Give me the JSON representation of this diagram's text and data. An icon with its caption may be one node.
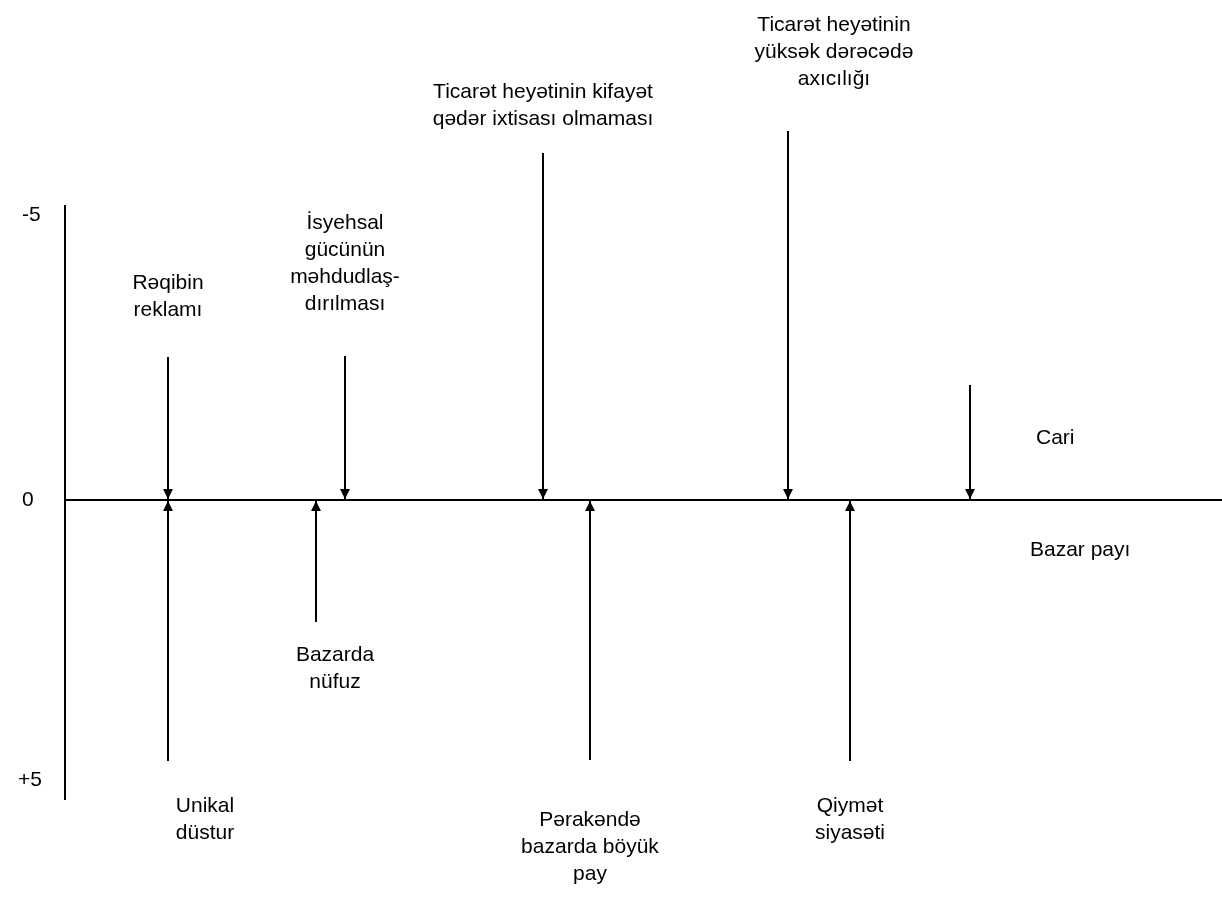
{
  "diagram": {
    "nodes": [
      {
        "text": [
          "Rəqibin reklamı"
        ]
      },
      {
        "text": [
          "İsyehsal gücünün məhdudlaş-dırılması"
        ]
      },
      {
        "text": [
          "Ticarət heyətinin kifayət qədər ixtisası olmaması"
        ]
      },
      {
        "text": [
          "Ticarət heyətinin yüksək dərəcədə axıcılığı"
        ]
      },
      {
        "text": [
          "Bazarda nüfuz"
        ]
      },
      {
        "text": [
          "Unikal düstur"
        ]
      },
      {
        "text": [
          "Pərakəndə bazarda böyük pay"
        ]
      },
      {
        "text": [
          "Qiymət siyasəti"
        ]
      },
      {
        "text": [],
        "shape": "bar"
      }
    ],
    "edges": [
      {
        "from": 0,
        "to": 8,
        "arrow": "to"
      },
      {
        "from": 1,
        "to": 8,
        "arrow": "to"
      },
      {
        "from": 2,
        "to": 8,
        "arrow": "to"
      },
      {
        "from": 3,
        "to": 8,
        "arrow": "to"
      },
      {
        "from": null,
        "to": 8,
        "arrow": "to"
      },
      {
        "from": 4,
        "to": 8,
        "arrow": "to"
      },
      {
        "from": 5,
        "to": 8,
        "arrow": "to"
      },
      {
        "from": 6,
        "to": 8,
        "arrow": "to"
      },
      {
        "from": 7,
        "to": 8,
        "arrow": "to"
      }
    ],
    "labels": [
      "-5",
      "0",
      "+5",
      "Cari",
      "Bazar payı"
    ]
  }
}
